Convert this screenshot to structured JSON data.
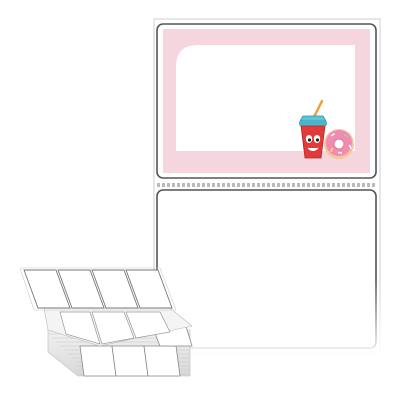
{
  "product": {
    "kind": "fanfold-label-stack",
    "label_count_visible": 2,
    "top_label": {
      "border_color": "#f6d6de",
      "frame_color": "#444444",
      "illustration": "drink-cup-and-donut-icon"
    },
    "bottom_label": {
      "state": "blank"
    },
    "perforation": "dashed-line",
    "colors": {
      "pink": "#f6d6de",
      "cup_red": "#e23a3a",
      "cup_lid": "#5cc6d8",
      "straw": "#e9a23a",
      "donut_dough": "#f3c6a0",
      "donut_icing": "#f28bb0",
      "outline": "#555555"
    }
  }
}
